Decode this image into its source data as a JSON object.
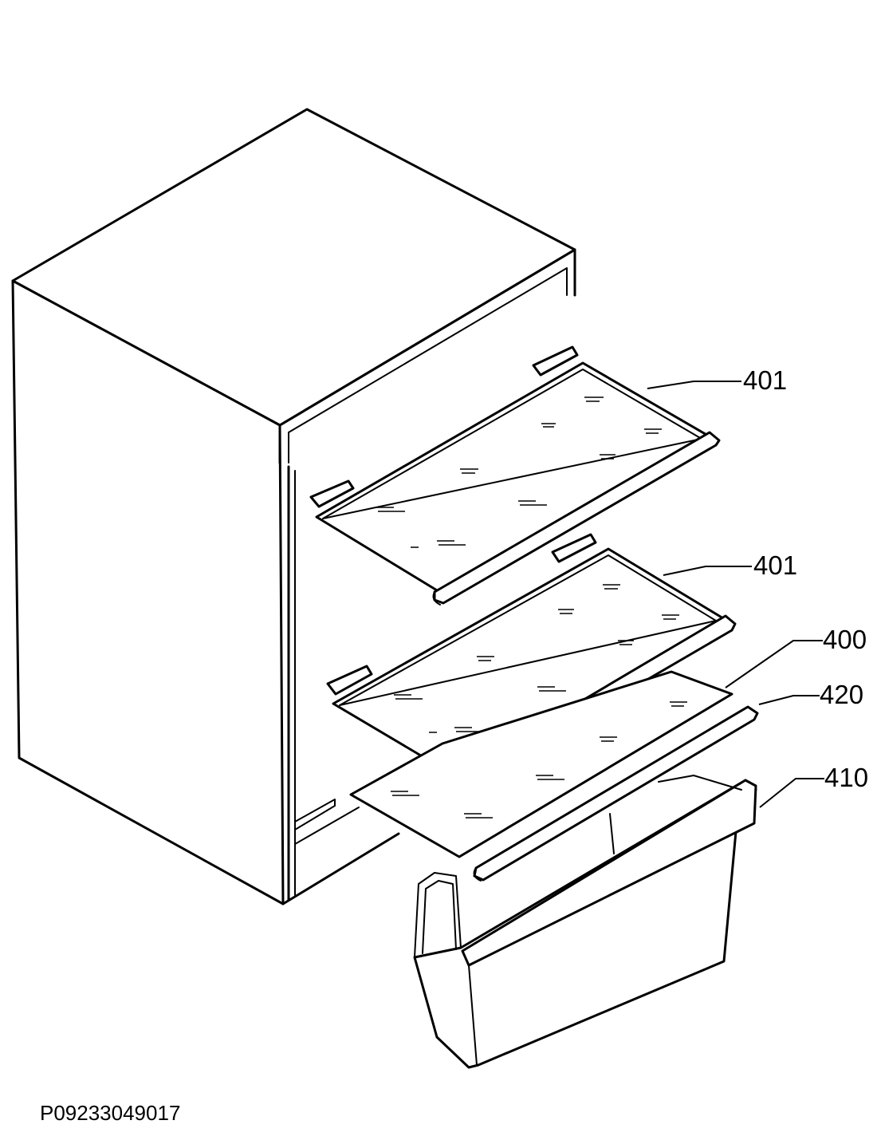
{
  "drawing_code": "P09233049017",
  "callouts": [
    {
      "id": "shelf-upper",
      "label": "401"
    },
    {
      "id": "shelf-middle",
      "label": "401"
    },
    {
      "id": "glass-lower",
      "label": "400"
    },
    {
      "id": "trim-strip",
      "label": "420"
    },
    {
      "id": "crisper-drawer",
      "label": "410"
    }
  ]
}
